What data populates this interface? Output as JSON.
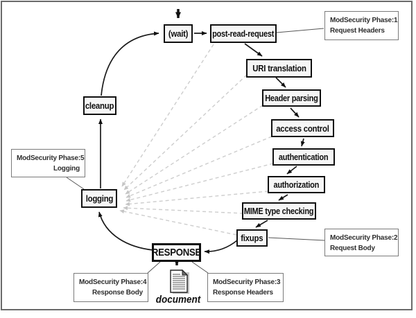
{
  "diagram": {
    "title_hint": "Apache request cycle with ModSecurity phases",
    "nodes": {
      "wait": "(wait)",
      "post_read_request": "post-read-request",
      "uri_translation": "URI translation",
      "header_parsing": "Header parsing",
      "access_control": "access control",
      "authentication": "authentication",
      "authorization": "authorization",
      "mime_type_checking": "MIME type checking",
      "fixups": "fixups",
      "response": "RESPONSE",
      "logging": "logging",
      "cleanup": "cleanup"
    },
    "annotations": {
      "phase1": {
        "line1": "ModSecurity Phase:1",
        "line2": "Request Headers"
      },
      "phase2": {
        "line1": "ModSecurity Phase:2",
        "line2": "Request Body"
      },
      "phase3": {
        "line1": "ModSecurity Phase:3",
        "line2": "Response Headers"
      },
      "phase4": {
        "line1": "ModSecurity Phase:4",
        "line2": "Response Body"
      },
      "phase5": {
        "line1": "ModSecurity Phase:5",
        "line2": "Logging"
      }
    },
    "document_label": "document",
    "colors": {
      "box_border": "#101010",
      "box_fill": "#f6f6f6",
      "annotation_border": "#7a7a7a",
      "solid_arrow": "#1a1a1a",
      "dashed_arrow": "#c9c9c9",
      "frame": "#6a6a6a"
    }
  }
}
